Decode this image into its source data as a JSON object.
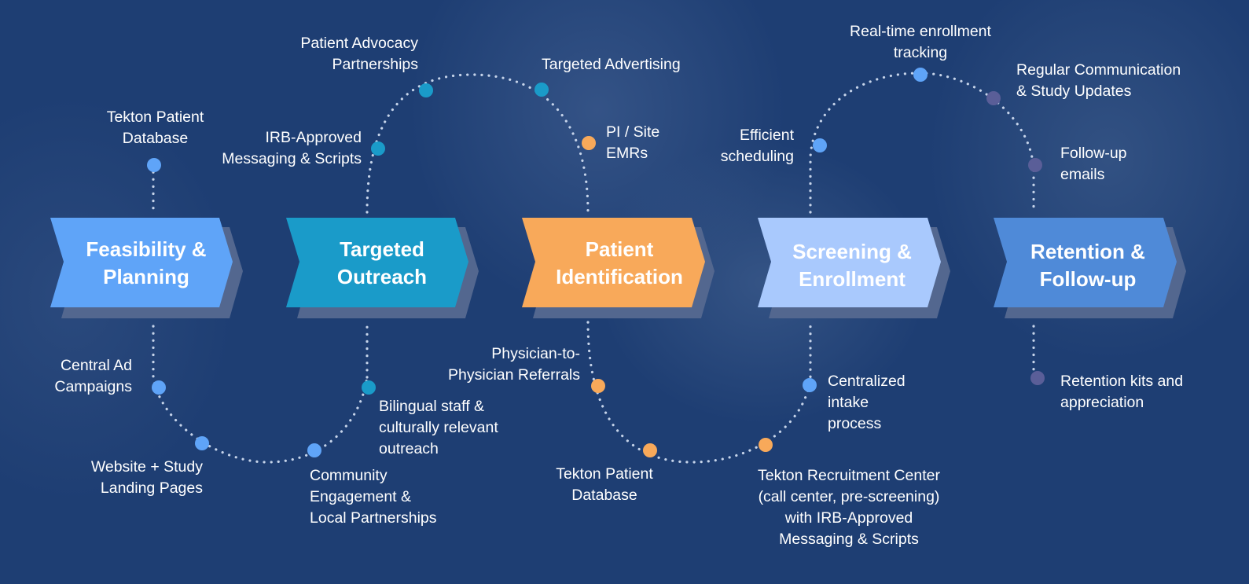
{
  "colors": {
    "background": "#1e3e73",
    "feasibility": "#5fa4f8",
    "outreach": "#1a9bc9",
    "identification": "#f8a95a",
    "screening": "#a9c9fd",
    "retention": "#4f8ad8",
    "retention_dot": "#5a5e98",
    "shadow": "#53678f",
    "dotted_line": "#c6d4ea"
  },
  "stages": [
    {
      "id": "feasibility",
      "title": "Feasibility &\nPlanning",
      "color": "#5fa4f8"
    },
    {
      "id": "outreach",
      "title": "Targeted\nOutreach",
      "color": "#1a9bc9"
    },
    {
      "id": "identification",
      "title": "Patient\nIdentification",
      "color": "#f8a95a"
    },
    {
      "id": "screening",
      "title": "Screening &\nEnrollment",
      "color": "#a9c9fd"
    },
    {
      "id": "retention",
      "title": "Retention &\nFollow-up",
      "color": "#4f8ad8"
    }
  ],
  "labels": {
    "tekton_patient_database_top": "Tekton Patient\nDatabase",
    "central_ad_campaigns": "Central Ad\nCampaigns",
    "website_landing_pages": "Website + Study\nLanding Pages",
    "irb_approved_messaging": "IRB-Approved\nMessaging & Scripts",
    "patient_advocacy": "Patient Advocacy\nPartnerships",
    "targeted_advertising": "Targeted Advertising",
    "community_engagement": "Community\nEngagement &\nLocal Partnerships",
    "bilingual_staff": "Bilingual staff &\nculturally relevant\noutreach",
    "pi_site_emrs": "PI / Site\nEMRs",
    "physician_referrals": "Physician-to-\nPhysician Referrals",
    "tekton_patient_database_bottom": "Tekton  Patient\nDatabase",
    "efficient_scheduling": "Efficient\nscheduling",
    "realtime_tracking": "Real-time enrollment\ntracking",
    "centralized_intake": "Centralized\nintake\nprocess",
    "recruitment_center": "Tekton Recruitment Center\n(call center, pre-screening)\nwith IRB-Approved\nMessaging & Scripts",
    "regular_communication": "Regular Communication\n& Study Updates",
    "followup_emails": "Follow-up\nemails",
    "retention_kits": "Retention kits and\nappreciation"
  }
}
